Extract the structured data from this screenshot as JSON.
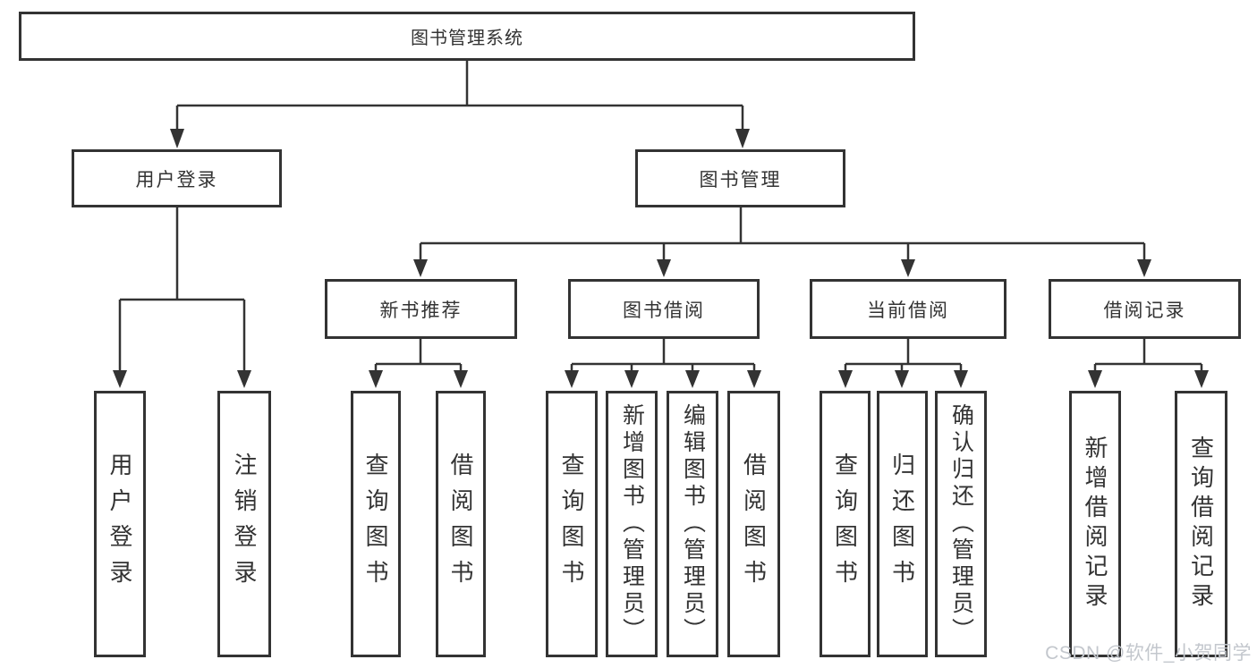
{
  "tree": {
    "root": {
      "label": "图书管理系统",
      "children": [
        {
          "label": "用户登录",
          "children": [
            {
              "label": "用户登录"
            },
            {
              "label": "注销登录"
            }
          ]
        },
        {
          "label": "图书管理",
          "children": [
            {
              "label": "新书推荐",
              "children": [
                {
                  "label": "查询图书"
                },
                {
                  "label": "借阅图书"
                }
              ]
            },
            {
              "label": "图书借阅",
              "children": [
                {
                  "label": "查询图书"
                },
                {
                  "label": "新增图书（管理员）"
                },
                {
                  "label": "编辑图书（管理员）"
                },
                {
                  "label": "借阅图书"
                }
              ]
            },
            {
              "label": "当前借阅",
              "children": [
                {
                  "label": "查询图书"
                },
                {
                  "label": "归还图书"
                },
                {
                  "label": "确认归还（管理员）"
                }
              ]
            },
            {
              "label": "借阅记录",
              "children": [
                {
                  "label": "新增借阅记录"
                },
                {
                  "label": "查询借阅记录"
                }
              ]
            }
          ]
        }
      ]
    }
  },
  "watermark": {
    "text": "CSDN @软件_小贺同学"
  },
  "colors": {
    "line": "#333333",
    "border": "#333333",
    "text": "#333333",
    "watermark": "#c3c7cd",
    "background": "#ffffff"
  }
}
